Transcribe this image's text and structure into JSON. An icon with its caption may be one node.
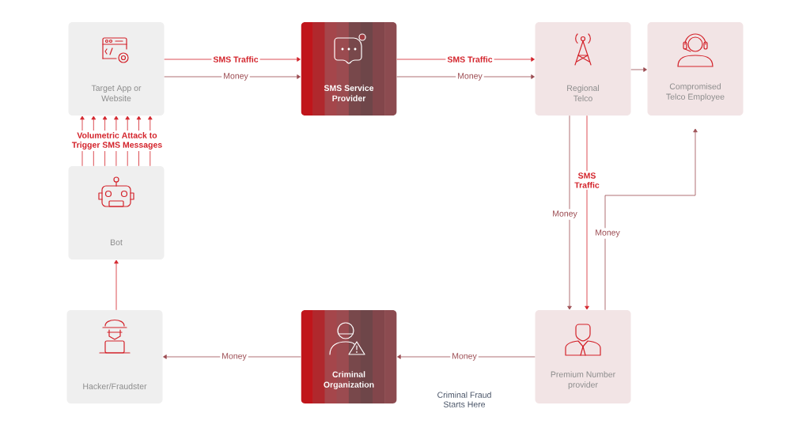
{
  "diagram": {
    "nodes": [
      {
        "text": [
          "Target App or Website"
        ]
      },
      {
        "text": [
          "SMS Service Provider"
        ]
      },
      {
        "text": [
          "Regional Telco"
        ]
      },
      {
        "text": [
          "Compromised Telco Employee"
        ]
      },
      {
        "text": [
          "Bot"
        ]
      },
      {
        "text": [
          "Hacker/Fraudster"
        ]
      },
      {
        "text": [
          "Criminal Organization"
        ]
      },
      {
        "text": [
          "Premium Number provider"
        ]
      }
    ],
    "edges": [
      {
        "from": 0,
        "to": 1,
        "arrow": "to",
        "label": "SMS Traffic"
      },
      {
        "from": 0,
        "to": 1,
        "arrow": "to",
        "label": "Money",
        "color": "#9c4c52"
      },
      {
        "from": 1,
        "to": 2,
        "arrow": "to",
        "label": "SMS Traffic"
      },
      {
        "from": 1,
        "to": 2,
        "arrow": "to",
        "label": "Money",
        "color": "#9c4c52"
      },
      {
        "from": 2,
        "to": 3,
        "arrow": "to",
        "color": "#9c4c52"
      },
      {
        "from": 2,
        "to": 7,
        "arrow": "to",
        "label": "Money",
        "color": "#9c4c52"
      },
      {
        "from": 2,
        "to": 7,
        "arrow": "to",
        "label": "SMS Traffic"
      },
      {
        "from": 7,
        "to": 3,
        "arrow": "to",
        "label": "Money",
        "color": "#9c4c52"
      },
      {
        "from": 7,
        "to": 6,
        "arrow": "to",
        "label": "Money",
        "color": "#9c4c52"
      },
      {
        "from": 6,
        "to": 5,
        "arrow": "to",
        "label": "Money",
        "color": "#9c4c52"
      },
      {
        "from": 5,
        "to": 4,
        "arrow": "to"
      },
      {
        "from": 4,
        "to": 0,
        "arrow": "to"
      },
      {
        "from": 4,
        "to": 0,
        "arrow": "to"
      },
      {
        "from": 4,
        "to": 0,
        "arrow": "to"
      },
      {
        "from": 4,
        "to": 0,
        "arrow": "to",
        "label": "Volumetric Attack to Trigger SMS Messages"
      },
      {
        "from": 4,
        "to": 0,
        "arrow": "to"
      },
      {
        "from": 4,
        "to": 0,
        "arrow": "to"
      },
      {
        "from": 4,
        "to": 0,
        "arrow": "to"
      }
    ],
    "labels": [
      "Criminal Fraud Starts Here"
    ]
  }
}
